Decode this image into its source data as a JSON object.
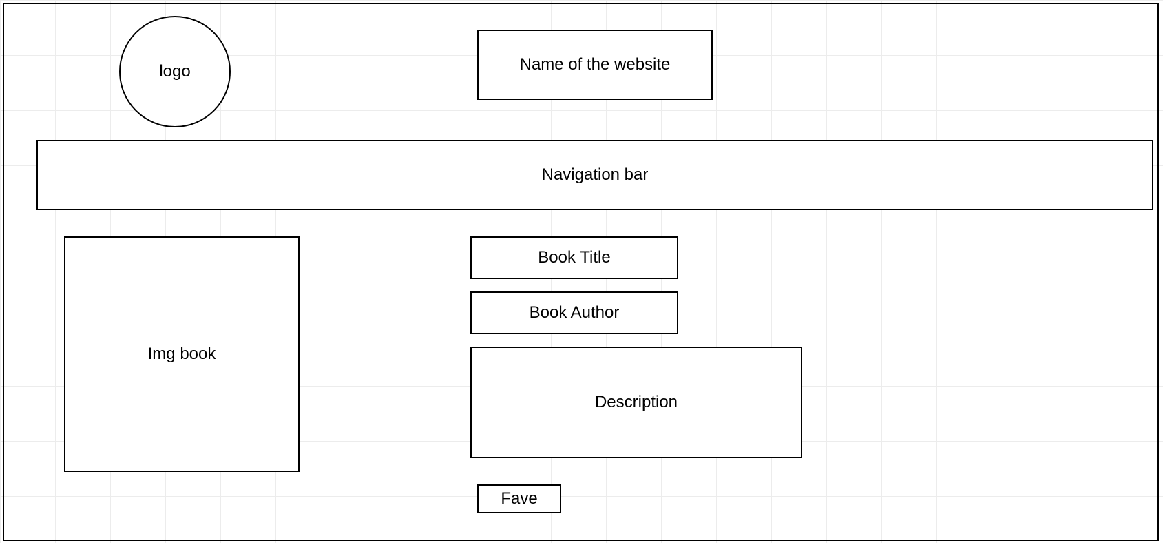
{
  "logo": {
    "label": "logo"
  },
  "header": {
    "site_name": "Name of the website"
  },
  "navigation": {
    "label": "Navigation bar"
  },
  "book": {
    "image_label": "Img book",
    "title_label": "Book Title",
    "author_label": "Book Author",
    "description_label": "Description",
    "fave_label": "Fave"
  },
  "colors": {
    "stroke": "#000000",
    "background": "#ffffff",
    "grid": "#ececec"
  }
}
